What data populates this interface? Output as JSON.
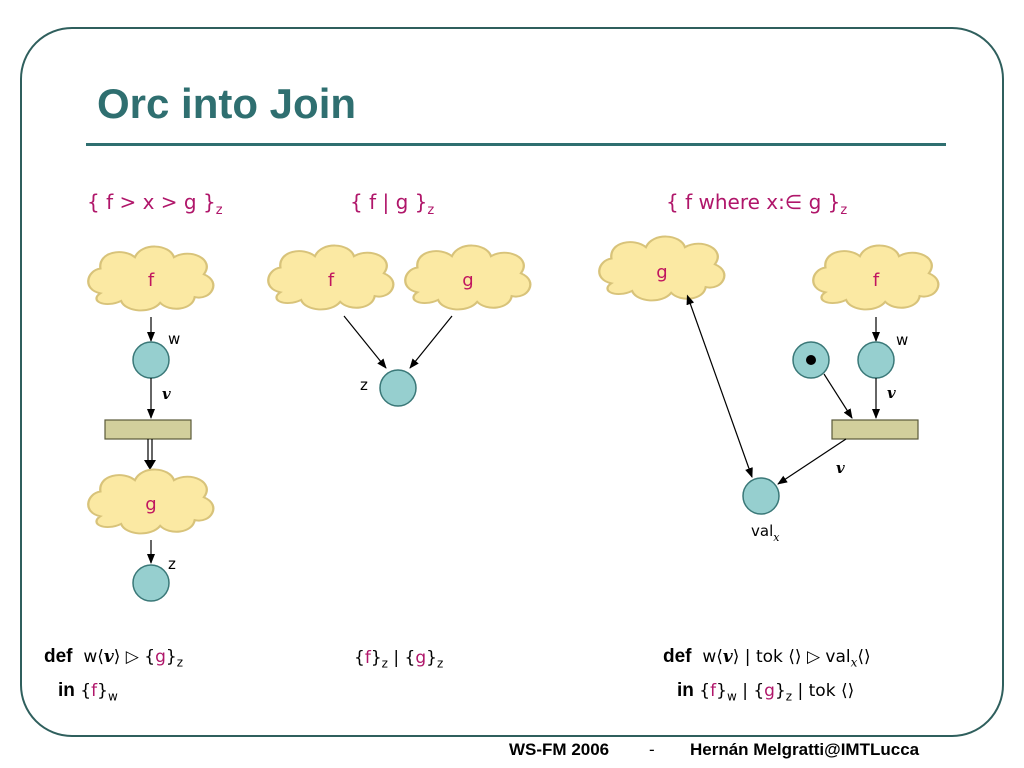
{
  "title": "Orc into Join",
  "sections": [
    {
      "expr": {
        "open": "{ f > x > g }",
        "sub": "z"
      },
      "clouds": [
        "f",
        "g"
      ],
      "labels": {
        "top_node": "w",
        "arrow": "v",
        "bottom_node": "z"
      }
    },
    {
      "expr": {
        "open": "{ f | g }",
        "sub": "z"
      },
      "clouds": [
        "f",
        "g"
      ],
      "labels": {
        "node": "z"
      }
    },
    {
      "expr": {
        "open": "{ f where x:∈ g }",
        "sub": "z"
      },
      "clouds": [
        "g",
        "f"
      ],
      "labels": {
        "top_node": "w",
        "arrow1": "v",
        "arrow2": "v",
        "val": "val",
        "val_sub": "x"
      }
    }
  ],
  "code": {
    "left": {
      "kw_def": "def",
      "w": "w",
      "lang": "⟨",
      "v": "v",
      "rang": "⟩",
      "tri": "▷",
      "lb": "{",
      "g": "g",
      "rb": "}",
      "z": "z",
      "kw_in": "in",
      "f": "f",
      "wsub": "w"
    },
    "middle": {
      "lb": "{",
      "f": "f",
      "rb": "}",
      "z": "z",
      "bar": "|",
      "g": "g"
    },
    "right": {
      "kw_def": "def",
      "w": "w",
      "lang": "⟨",
      "v": "v",
      "rang": "⟩",
      "bar": "|",
      "tok": "tok",
      "empty": "⟨⟩",
      "tri": "▷",
      "val": "val",
      "x": "x",
      "kw_in": "in",
      "lb": "{",
      "f": "f",
      "rb": "}",
      "wsub": "w",
      "g": "g",
      "z": "z"
    }
  },
  "footer": {
    "left": "WS-FM 2006",
    "sep": "-",
    "right": "Hernán Melgratti@IMTLucca"
  },
  "colors": {
    "frame": "#2f5f5d",
    "title": "#2f6f70",
    "accent": "#b0166a",
    "cloud_fill": "#fbe9a3",
    "cloud_stroke": "#d8c37a",
    "node_fill": "#96cfcf",
    "node_stroke": "#3a7878",
    "transition_fill": "#d2cf9c",
    "transition_stroke": "#5a5a3a"
  }
}
